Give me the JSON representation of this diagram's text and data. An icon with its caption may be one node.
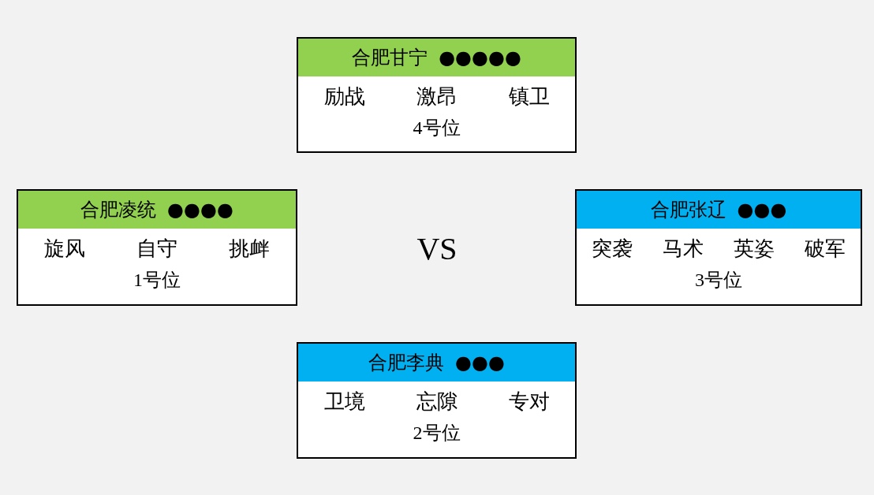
{
  "diagram": {
    "nodes": [
      {
        "text": [
          "合肥甘宁",
          "●●●●●",
          "励战",
          "激昂",
          "镇卫",
          "4号位"
        ]
      },
      {
        "text": [
          "合肥凌统",
          "●●●●",
          "旋风",
          "自守",
          "挑衅",
          "1号位"
        ]
      },
      {
        "text": [
          "合肥张辽",
          "●●●",
          "突袭",
          "马术",
          "英姿",
          "破军",
          "3号位"
        ]
      },
      {
        "text": [
          "合肥李典",
          "●●●",
          "卫境",
          "忘隙",
          "专对",
          "2号位"
        ]
      }
    ],
    "edges": [],
    "labels": [
      "VS"
    ]
  }
}
